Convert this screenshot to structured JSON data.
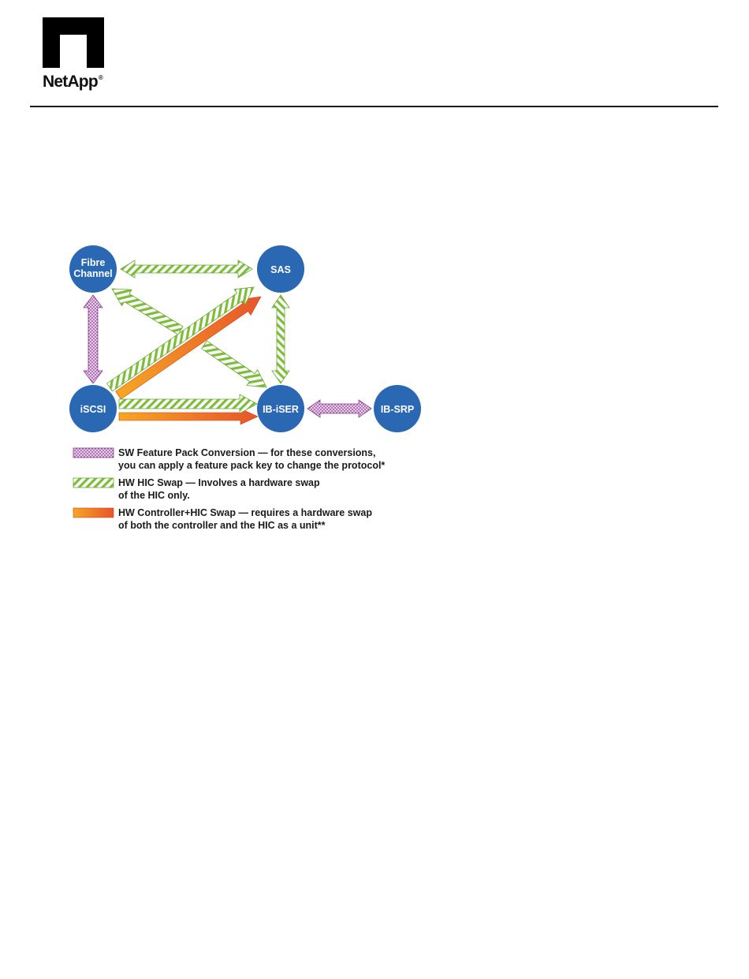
{
  "brand": {
    "name": "NetApp",
    "registered": "®",
    "color": "#000000"
  },
  "colors": {
    "node_fill": "#2a68b4",
    "sw_fill": "#c79ccc",
    "hw_stripe": "#7cbd3a",
    "ctrl_start": "#f6a623",
    "ctrl_end": "#e8542a"
  },
  "diagram": {
    "nodes": {
      "fc": [
        "Fibre",
        "Channel"
      ],
      "sas": [
        "SAS"
      ],
      "iscsi": [
        "iSCSI"
      ],
      "ibiser": [
        "IB-iSER"
      ],
      "ibsrp": [
        "IB-SRP"
      ]
    },
    "legend": [
      {
        "type": "sw",
        "lines": [
          "SW Feature Pack Conversion — for these conversions,",
          "you can apply a feature pack key to change the protocol*"
        ]
      },
      {
        "type": "hw",
        "lines": [
          "HW HIC Swap — Involves a hardware swap",
          "of the HIC only."
        ]
      },
      {
        "type": "ctrl",
        "lines": [
          "HW Controller+HIC Swap — requires a hardware swap",
          "of both the controller and the HIC as a unit**"
        ]
      }
    ]
  }
}
